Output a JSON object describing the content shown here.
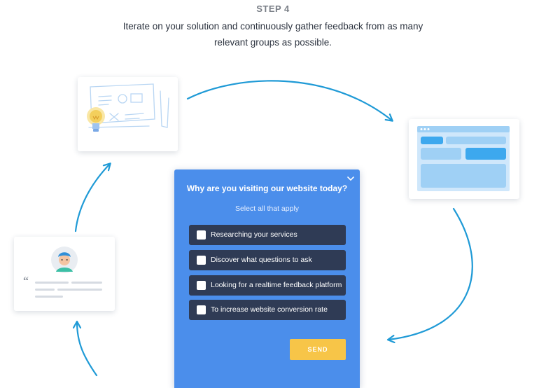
{
  "header": {
    "step": "STEP 4",
    "description": "Iterate on your solution and continuously gather feedback from as many relevant groups as possible."
  },
  "survey": {
    "question": "Why are you visiting our website today?",
    "hint": "Select all that apply",
    "options": [
      "Researching your services",
      "Discover what questions to ask",
      "Looking for a realtime feedback platform",
      "To increase website conversion rate"
    ],
    "send_label": "SEND",
    "collapse_icon": "chevron-down-icon"
  },
  "testimonial": {
    "quote_mark": "“"
  },
  "colors": {
    "arrow": "#1f9ad6",
    "survey_bg": "#4b8eeb",
    "option_bg": "#2f3b55",
    "send_bg": "#f7c548",
    "layout_accent": "#3da8ee",
    "layout_light": "#9fd0f5"
  }
}
